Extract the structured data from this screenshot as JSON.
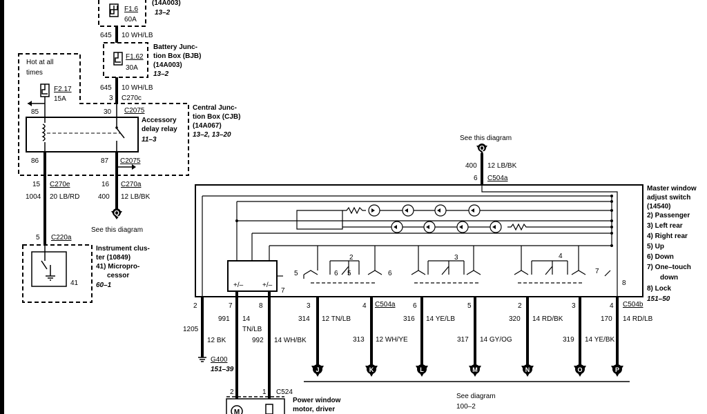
{
  "fuse_f16": {
    "name": "F1.6",
    "rating": "60A"
  },
  "top_box_code": "(14A003)",
  "top_box_ref": "13–2",
  "wire_645_top": {
    "circuit": "645",
    "desc": "10 WH/LB"
  },
  "bjb": {
    "line1": "Battery Junc-",
    "line2": "tion Box (BJB)",
    "code": "(14A003)",
    "ref": "13–2"
  },
  "fuse_f162": {
    "name": "F1.62",
    "rating": "30A"
  },
  "wire_645_mid": {
    "circuit": "645",
    "desc": "10 WH/LB"
  },
  "hot_at_all_times": {
    "line1": "Hot at all",
    "line2": "times"
  },
  "fuse_f217": {
    "name": "F2.17",
    "rating": "15A"
  },
  "c270c": {
    "pin": "3",
    "name": "C270c"
  },
  "c2075_top": {
    "pin": "30",
    "name": "C2075"
  },
  "pin_85": "85",
  "cjb": {
    "line1": "Central Junc-",
    "line2": "tion Box (CJB)",
    "code": "(14A067)",
    "ref": "13–2, 13–20"
  },
  "relay": {
    "line1": "Accessory",
    "line2": "delay relay",
    "ref": "11–3"
  },
  "pin_86": "86",
  "c2075_bottom": {
    "pin": "87",
    "name": "C2075"
  },
  "c270e": {
    "pin": "15",
    "name": "C270e"
  },
  "wire_1004": {
    "circuit": "1004",
    "desc": "20 LB/RD"
  },
  "c270a": {
    "pin": "16",
    "name": "C270a"
  },
  "wire_400_left": {
    "circuit": "400",
    "desc": "12 LB/BK"
  },
  "see_this_diagram_1": {
    "text": "See this diagram",
    "marker": "Q"
  },
  "c220a": {
    "pin": "5",
    "name": "C220a"
  },
  "cluster": {
    "line1": "Instrument clus-",
    "line2": "ter (10849)",
    "line3": "41) Micropro-",
    "line4": "cessor",
    "ref": "60–1",
    "pin": "41"
  },
  "see_this_diagram_2": {
    "text": "See this diagram",
    "marker": "Q"
  },
  "wire_400_right": {
    "circuit": "400",
    "desc": "12 LB/BK"
  },
  "c504a_top": {
    "pin": "6",
    "name": "C504a"
  },
  "master_switch": {
    "title1": "Master window",
    "title2": "adjust switch",
    "code": "(14540)",
    "items": [
      "2)  Passenger",
      "3)  Left rear",
      "4)  Right rear",
      "5)  Up",
      "6)  Down",
      "7)  One–touch",
      "down",
      "8)  Lock"
    ],
    "ref": "151–50"
  },
  "module": {
    "left": "+/–",
    "right": "+/–",
    "pin": "7"
  },
  "switch_labels": {
    "group2": "2",
    "group3": "3",
    "group4": "4",
    "pin8": "8",
    "up": "5",
    "down": "6",
    "mid_up": "5",
    "mid_down": "6",
    "pin7": "7"
  },
  "bottom_pins": {
    "p2": "2",
    "p7": "7",
    "p8": "8",
    "p3": "3",
    "p4": "4",
    "c504a": "C504a",
    "p6": "6",
    "p5": "5",
    "p2b": "2",
    "p3b": "3",
    "p4b": "4",
    "c504b": "C504b"
  },
  "wires_bottom": [
    {
      "circuit": "1205",
      "desc": "12 BK"
    },
    {
      "circuit": "991",
      "desc_line1": "14",
      "desc_line2": "TN/LB"
    },
    {
      "circuit": "992",
      "desc": "14 WH/BK"
    },
    {
      "circuit": "314",
      "desc": "12 TN/LB"
    },
    {
      "circuit": "313",
      "desc": "12 WH/YE"
    },
    {
      "circuit": "316",
      "desc": "14 YE/LB"
    },
    {
      "circuit": "317",
      "desc": "14 GY/OG"
    },
    {
      "circuit": "320",
      "desc": "14 RD/BK"
    },
    {
      "circuit": "319",
      "desc": "14 YE/BK"
    },
    {
      "circuit": "170",
      "desc": "14 RD/LB"
    }
  ],
  "ground": {
    "name": "G400",
    "ref": "151–39"
  },
  "c524": {
    "pin_a": "2",
    "pin_b": "1",
    "name": "C524"
  },
  "motor": {
    "line1": "Power window",
    "line2": "motor, driver",
    "symbol": "M"
  },
  "arrows": [
    "J",
    "K",
    "L",
    "M",
    "N",
    "O",
    "P"
  ],
  "see_diagram_bottom": {
    "line1": "See diagram",
    "line2": "100–2"
  }
}
